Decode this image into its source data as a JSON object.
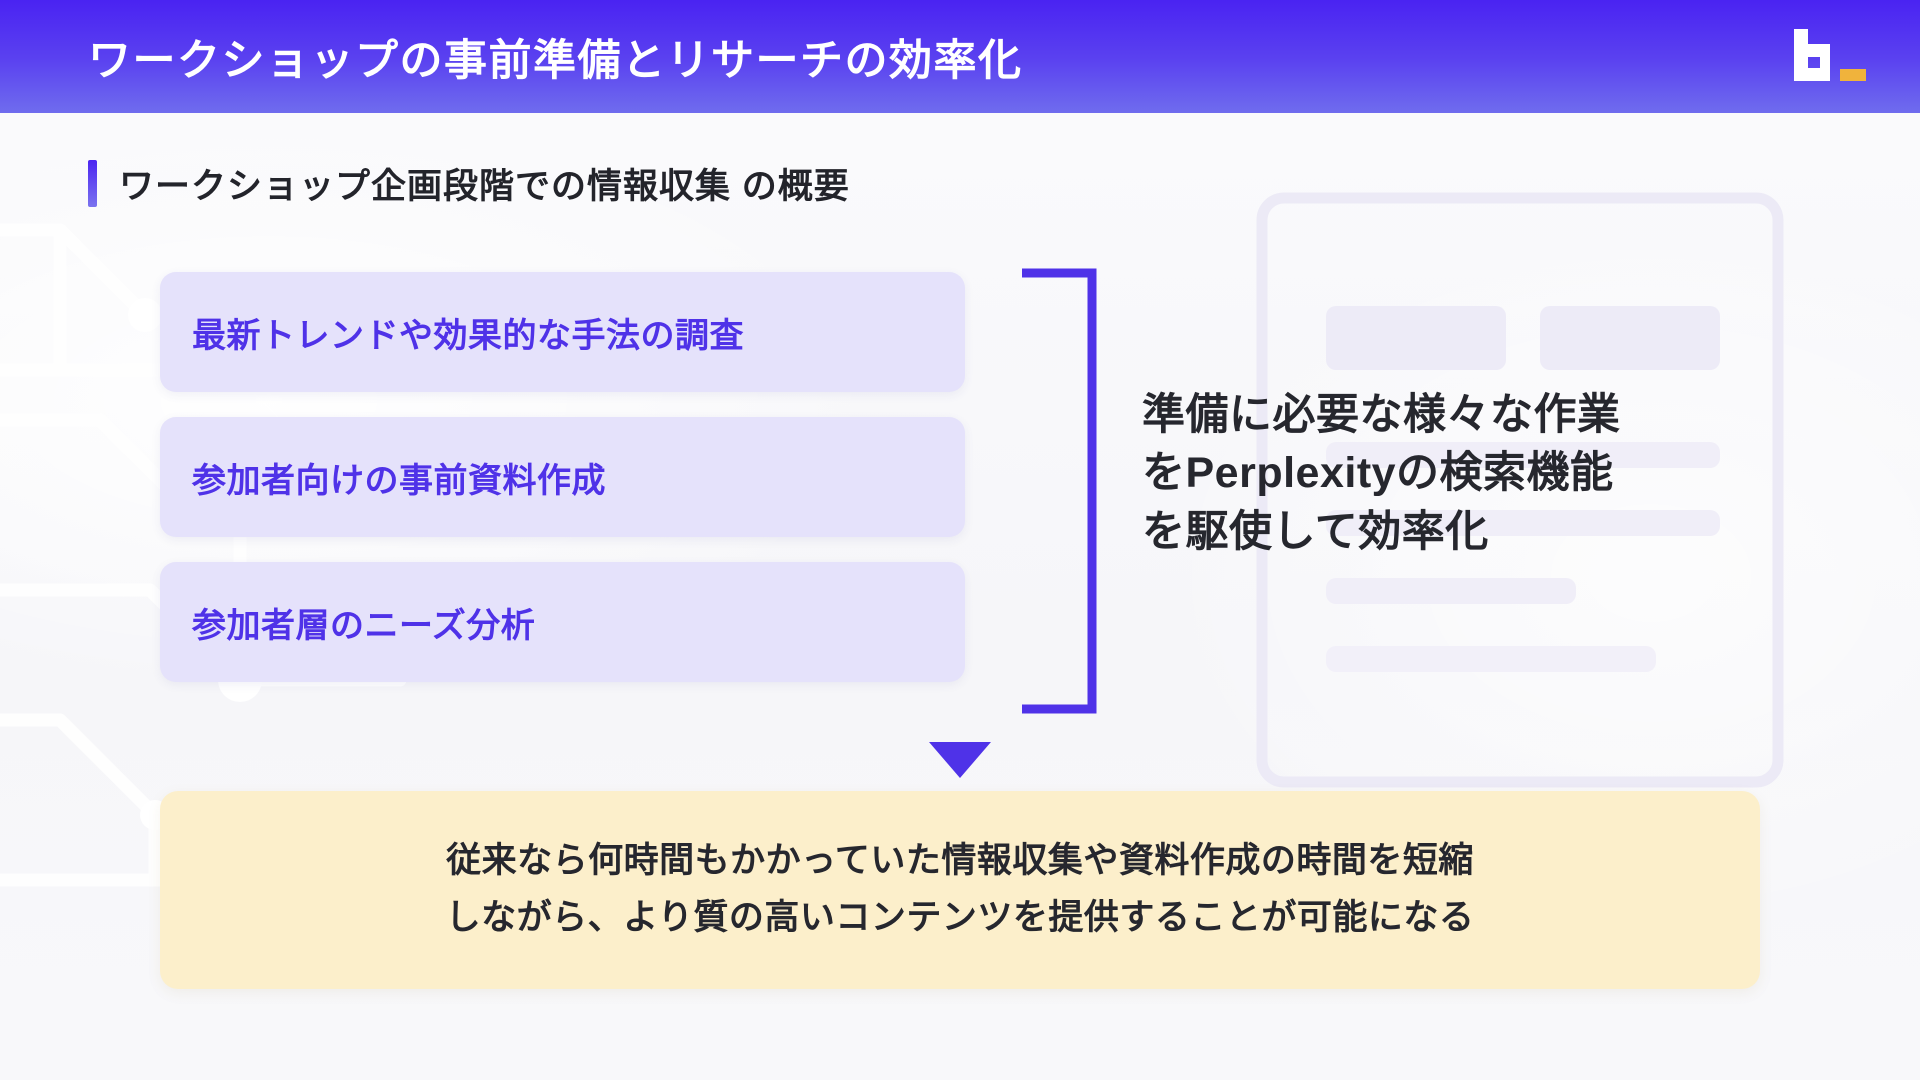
{
  "header": {
    "title": "ワークショップの事前準備とリサーチの効率化",
    "background_gradient_from": "#4a23f2",
    "background_gradient_to": "#6f6cee",
    "logo": {
      "name": "brand-b-logo",
      "letter": "b",
      "letter_color": "#ffffff",
      "accent_color": "#f0b33c"
    }
  },
  "subtitle": {
    "text": "ワークショップ企画段階での情報収集 の概要",
    "accent_bar_color": "#4c25f1",
    "text_color": "#23242b"
  },
  "cards": {
    "background_color": "#e5e2fb",
    "text_color": "#4f32e8",
    "items": [
      {
        "label": "最新トレンドや効果的な手法の調査"
      },
      {
        "label": "参加者向けの事前資料作成"
      },
      {
        "label": "参加者層のニーズ分析"
      }
    ]
  },
  "bracket": {
    "name": "grouping-bracket",
    "color": "#4f32e8",
    "orientation": "right"
  },
  "summary": {
    "lines": [
      "準備に必要な様々な作業",
      "をPerplexityの検索機能",
      "を駆使して効率化"
    ],
    "text_color": "#26272e"
  },
  "arrow": {
    "name": "down-arrow",
    "color": "#4f32e8",
    "direction": "down"
  },
  "conclusion": {
    "lines": [
      "従来なら何時間もかかっていた情報収集や資料作成の時間を短縮",
      "しながら、より質の高いコンテンツを提供することが可能になる"
    ],
    "background_color": "#fcefcb",
    "text_color": "#26272e"
  },
  "background": {
    "page_color": "#f8f8fa",
    "decoration": "circuit-lines-and-document-watermark"
  }
}
